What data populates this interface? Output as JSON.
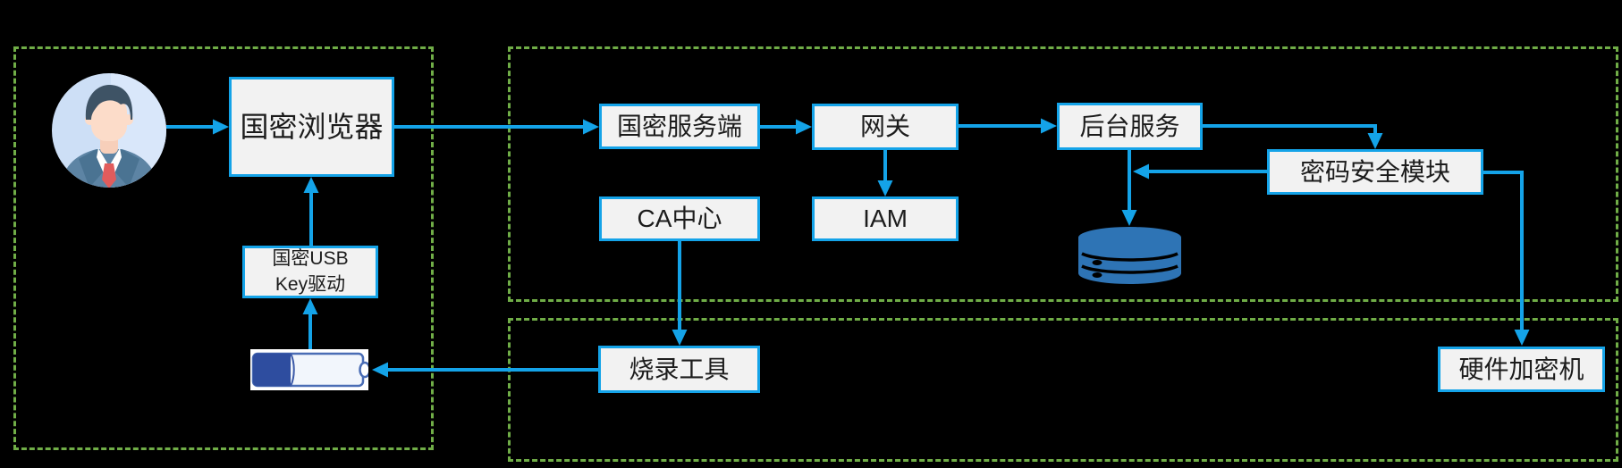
{
  "diagram": {
    "background": "#000000",
    "colors": {
      "accent_blue": "#14a3e8",
      "zone_dash_green": "#70ad47",
      "node_fill": "#f2f2f2",
      "node_text": "#1c1c1c",
      "database_blue": "#2e74b5",
      "usb_cap_blue": "#2e4d9f",
      "tie_red": "#e15c5c"
    },
    "icons": {
      "user": "user-avatar-icon",
      "usb_key": "usb-key-icon",
      "database": "database-icon"
    },
    "nodes": {
      "gm_browser": {
        "label": "国密浏览器"
      },
      "gm_usb_key_driver": {
        "label": "国密USB\nKey驱动"
      },
      "gm_server": {
        "label": "国密服务端"
      },
      "gateway": {
        "label": "网关"
      },
      "ca_center": {
        "label": "CA中心"
      },
      "iam": {
        "label": "IAM"
      },
      "backend": {
        "label": "后台服务"
      },
      "crypto_module": {
        "label": "密码安全模块"
      },
      "burn_tool": {
        "label": "烧录工具"
      },
      "hsm": {
        "label": "硬件加密机"
      }
    }
  }
}
